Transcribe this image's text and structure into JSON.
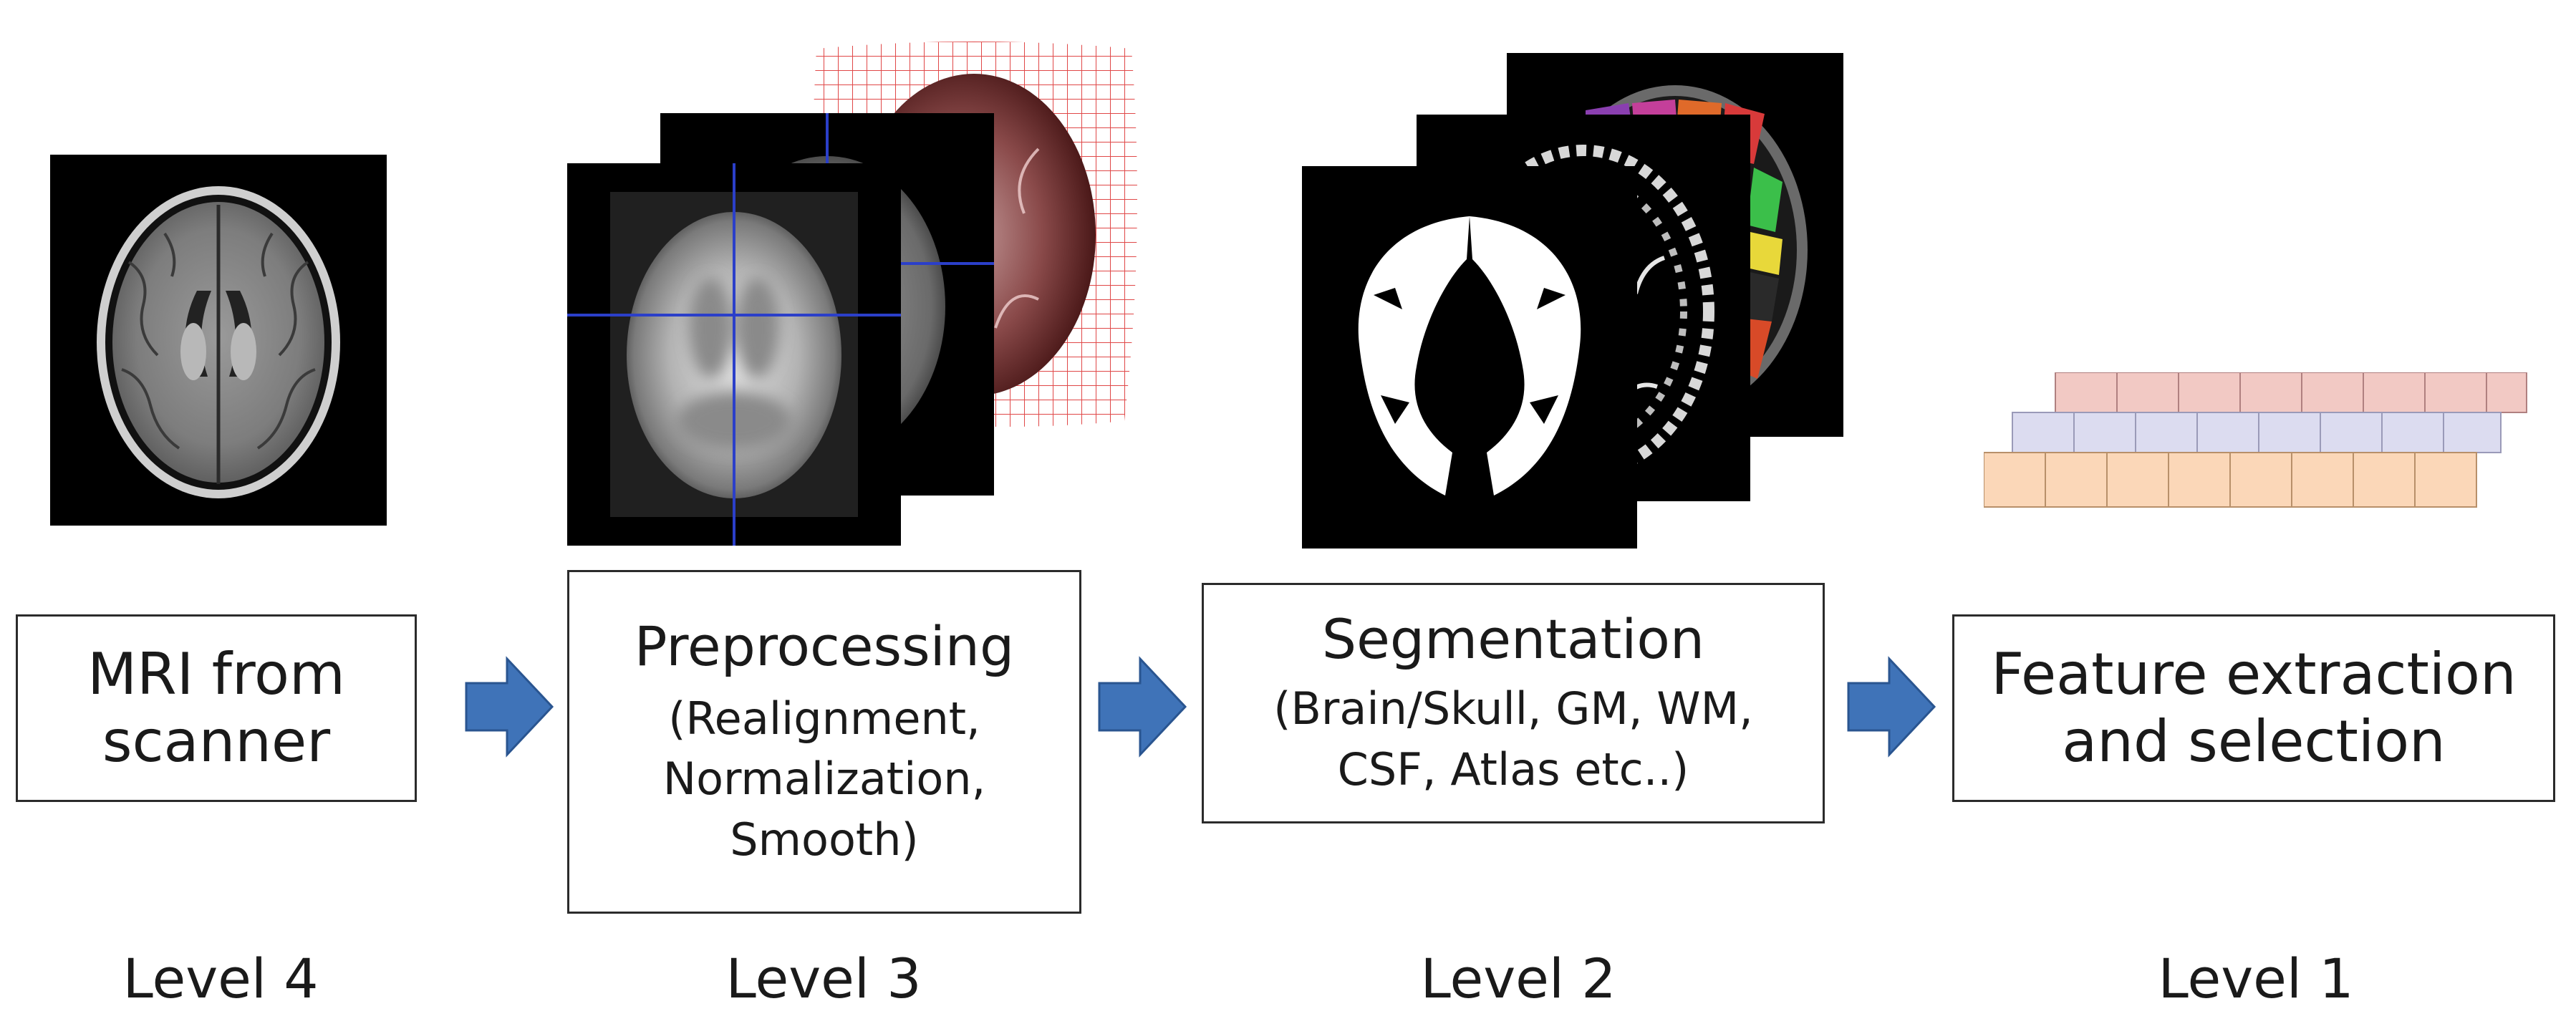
{
  "stages": [
    {
      "title": "MRI from scanner",
      "title_lines": [
        "MRI from",
        "scanner"
      ],
      "level": "Level 4"
    },
    {
      "title": "Preprocessing",
      "details_lines": [
        "(Realignment,",
        "Normalization,",
        "Smooth)"
      ],
      "level": "Level 3"
    },
    {
      "title": "Segmentation",
      "details_lines": [
        "(Brain/Skull, GM, WM,",
        "CSF, Atlas etc..)"
      ],
      "level": "Level 2"
    },
    {
      "title": "Feature extraction and selection",
      "title_lines": [
        "Feature extraction",
        "and selection"
      ],
      "level": "Level 1"
    }
  ],
  "colors": {
    "arrow": "#3f73b8",
    "grid_red": "#e04848",
    "crosshair": "#2b3fc9",
    "feature_row_top": "#f2c9c4",
    "feature_row_mid": "#dcdcf0",
    "feature_row_bottom": "#fbd7b8"
  },
  "icons": [
    "arrow-right-icon",
    "arrow-right-icon",
    "arrow-right-icon"
  ]
}
